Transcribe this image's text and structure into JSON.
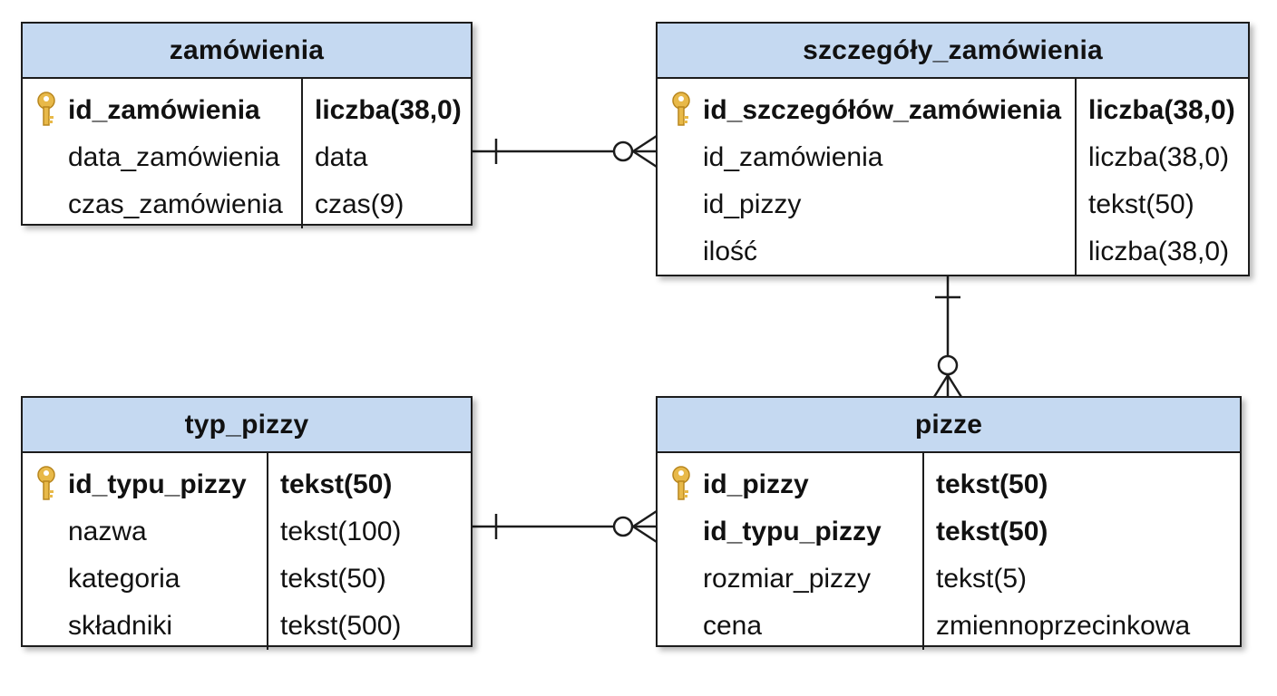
{
  "entities": {
    "zamowienia": {
      "title": "zamówienia",
      "rows": [
        {
          "name": "id_zamówienia",
          "type": "liczba(38,0)"
        },
        {
          "name": "data_zamówienia",
          "type": "data"
        },
        {
          "name": "czas_zamówienia",
          "type": "czas(9)"
        }
      ]
    },
    "szczegoly": {
      "title": "szczegóły_zamówienia",
      "rows": [
        {
          "name": "id_szczegółów_zamówienia",
          "type": "liczba(38,0)"
        },
        {
          "name": "id_zamówienia",
          "type": "liczba(38,0)"
        },
        {
          "name": "id_pizzy",
          "type": "tekst(50)"
        },
        {
          "name": "ilość",
          "type": "liczba(38,0)"
        }
      ]
    },
    "typ_pizzy": {
      "title": "typ_pizzy",
      "rows": [
        {
          "name": "id_typu_pizzy",
          "type": "tekst(50)"
        },
        {
          "name": "nazwa",
          "type": "tekst(100)"
        },
        {
          "name": "kategoria",
          "type": "tekst(50)"
        },
        {
          "name": "składniki",
          "type": "tekst(500)"
        }
      ]
    },
    "pizze": {
      "title": "pizze",
      "rows": [
        {
          "name": "id_pizzy",
          "type": "tekst(50)"
        },
        {
          "name": "id_typu_pizzy",
          "type": "tekst(50)"
        },
        {
          "name": "rozmiar_pizzy",
          "type": "tekst(5)"
        },
        {
          "name": "cena",
          "type": "zmiennoprzecinkowa"
        }
      ]
    }
  },
  "icons": {
    "primary_key": "key-icon"
  },
  "colors": {
    "header_fill": "#c5d9f1",
    "key_icon": "#e8b949",
    "border": "#1c1c1c"
  },
  "relationships": [
    {
      "from": "zamówienia",
      "to": "szczegóły_zamówienia",
      "from_end": "one",
      "to_end": "zero-or-many"
    },
    {
      "from": "szczegóły_zamówienia",
      "to": "pizze",
      "from_end": "one",
      "to_end": "zero-or-many"
    },
    {
      "from": "typ_pizzy",
      "to": "pizze",
      "from_end": "one",
      "to_end": "zero-or-many"
    }
  ]
}
